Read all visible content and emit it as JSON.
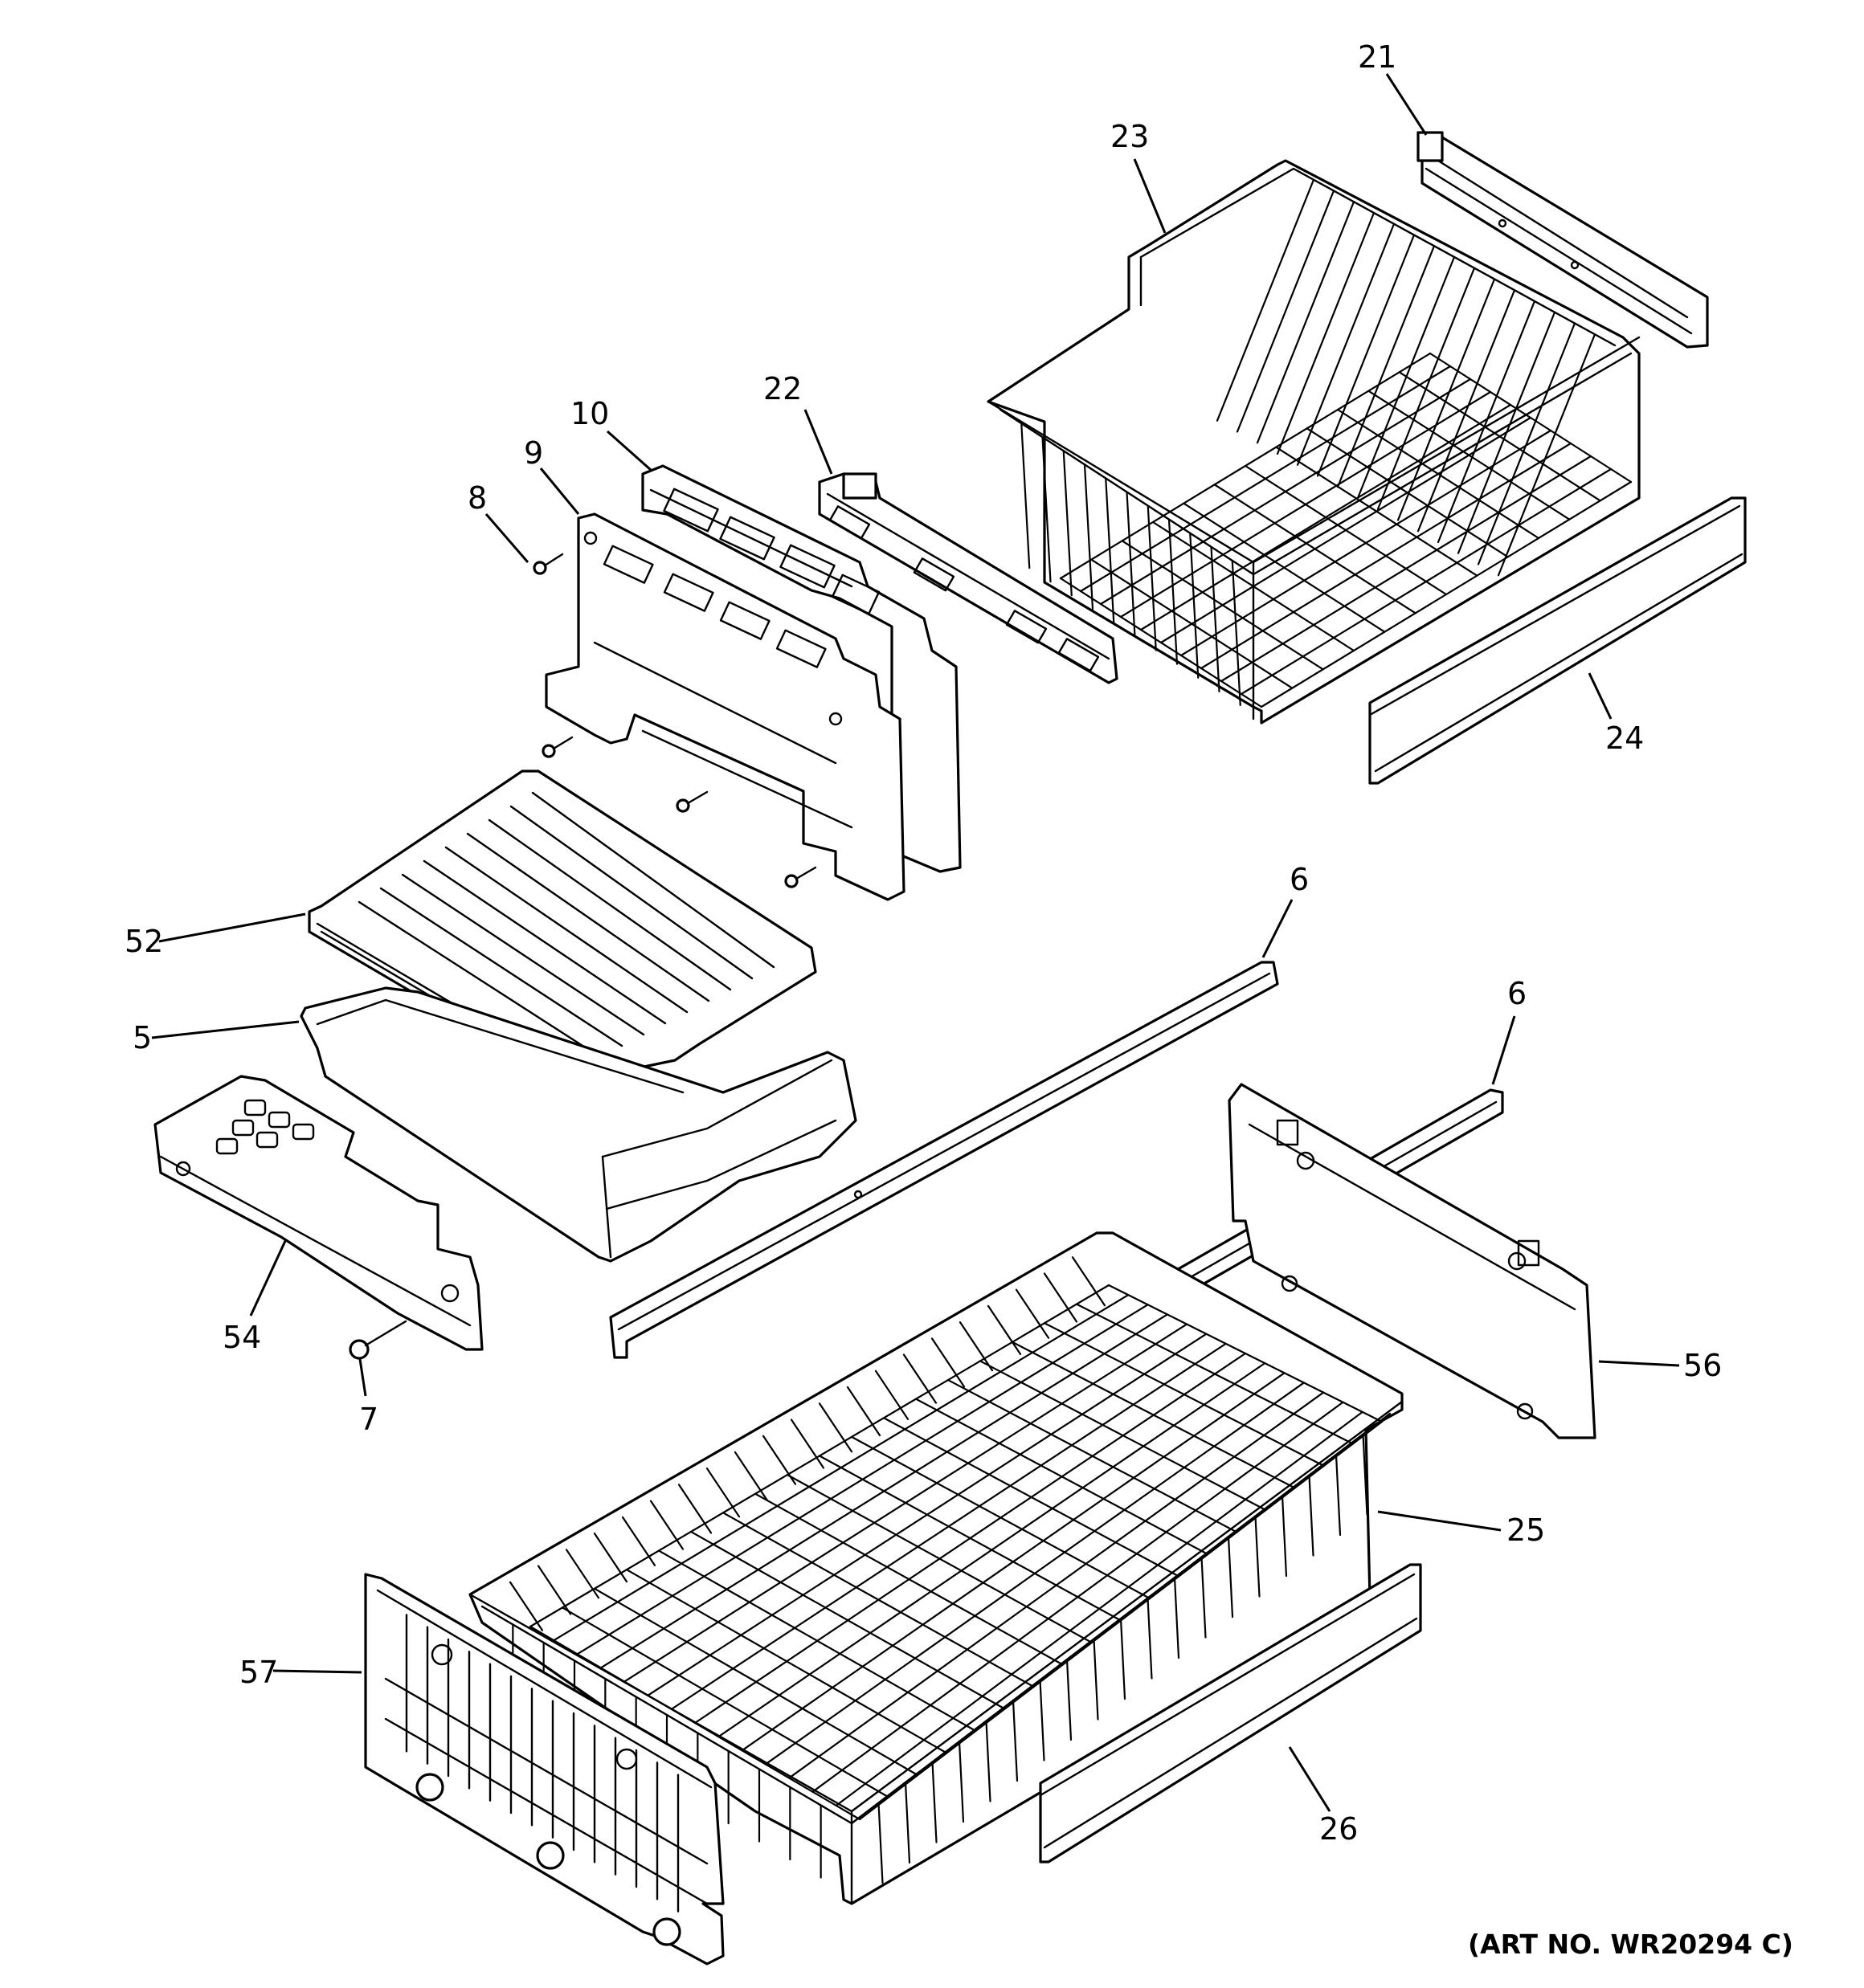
{
  "callouts": [
    {
      "id": "21",
      "label": "21"
    },
    {
      "id": "23",
      "label": "23"
    },
    {
      "id": "22",
      "label": "22"
    },
    {
      "id": "10",
      "label": "10"
    },
    {
      "id": "9",
      "label": "9"
    },
    {
      "id": "8",
      "label": "8"
    },
    {
      "id": "24",
      "label": "24"
    },
    {
      "id": "52",
      "label": "52"
    },
    {
      "id": "6a",
      "label": "6"
    },
    {
      "id": "5",
      "label": "5"
    },
    {
      "id": "6b",
      "label": "6"
    },
    {
      "id": "54",
      "label": "54"
    },
    {
      "id": "7",
      "label": "7"
    },
    {
      "id": "56",
      "label": "56"
    },
    {
      "id": "25",
      "label": "25"
    },
    {
      "id": "57",
      "label": "57"
    },
    {
      "id": "26",
      "label": "26"
    }
  ],
  "art_number": "(ART NO. WR20294 C)"
}
